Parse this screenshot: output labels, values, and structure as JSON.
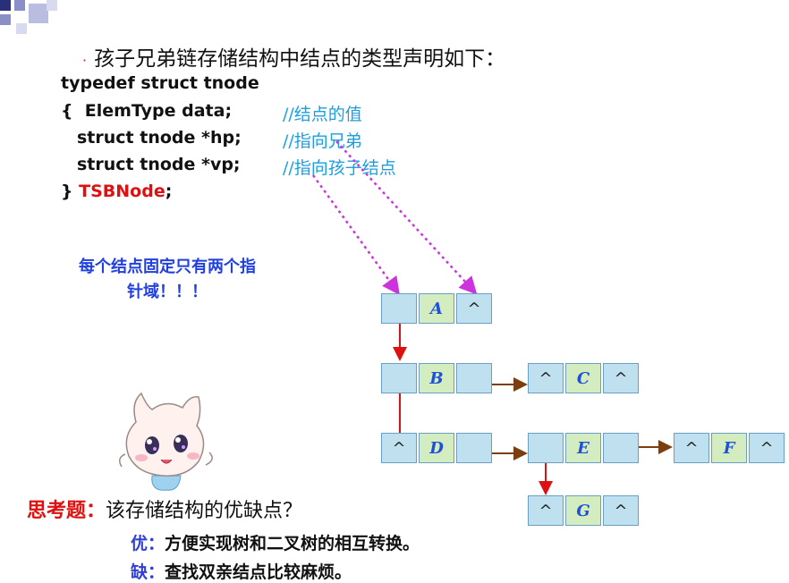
{
  "title": "孩子兄弟链存储结构中结点的类型声明如下：",
  "code": {
    "line1": "typedef struct tnode",
    "line2_code": "{  ElemType data;",
    "line2_comment": "//结点的值",
    "line3_code": "struct tnode *hp;",
    "line3_comment": "//指向兄弟",
    "line4_code": "struct tnode *vp;",
    "line4_comment": "//指向孩子结点",
    "line5_brace": "}",
    "line5_name": "TSBNode",
    "line5_end": ";"
  },
  "note": {
    "line1": "每个结点固定只有两个指",
    "line2": "针域！！！"
  },
  "null_symbol": "^",
  "nodes": {
    "A": {
      "label": "A",
      "vp": "",
      "hp": "^"
    },
    "B": {
      "label": "B",
      "vp": "",
      "hp": ""
    },
    "C": {
      "label": "C",
      "vp": "^",
      "hp": "^"
    },
    "D": {
      "label": "D",
      "vp": "^",
      "hp": ""
    },
    "E": {
      "label": "E",
      "vp": "",
      "hp": ""
    },
    "F": {
      "label": "F",
      "vp": "^",
      "hp": "^"
    },
    "G": {
      "label": "G",
      "vp": "^",
      "hp": "^"
    }
  },
  "question": {
    "label": "思考题：",
    "text": "该存储结构的优缺点？"
  },
  "pro": {
    "label": "优：",
    "text": "方便实现树和二叉树的相互转换。"
  },
  "con": {
    "label": "缺：",
    "text": "查找双亲结点比较麻烦。"
  },
  "colors": {
    "pointer_cell": "#bfe0ee",
    "data_cell": "#d4edc0",
    "vp_arrow": "#e01010",
    "hp_arrow": "#7a3e10",
    "dotted_arrow": "#cc33dd"
  }
}
